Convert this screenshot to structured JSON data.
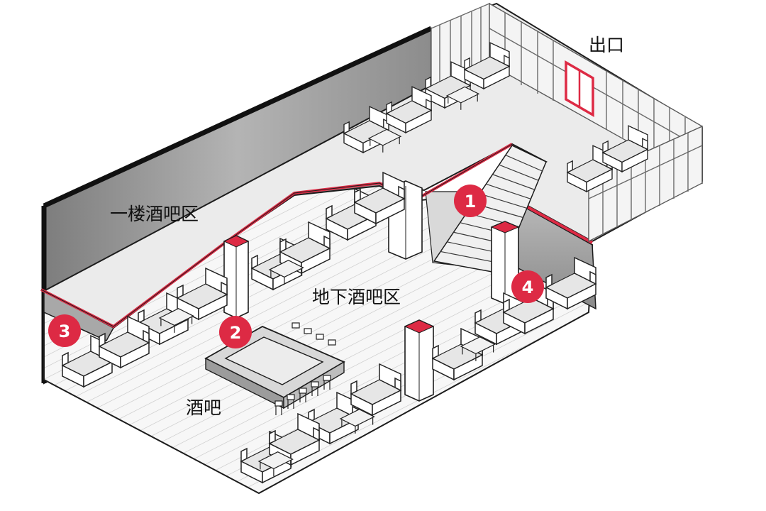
{
  "colors": {
    "accent": "#dd2a44",
    "wall_dark": "#9a9a9a",
    "wall_light": "#c8c8c8",
    "upper_floor": "#ebebeb",
    "lower_floor": "#f7f7f7",
    "outline": "#1c1c1c"
  },
  "labels": {
    "first_floor_bar": "一楼酒吧区",
    "basement_bar": "地下酒吧区",
    "bar_counter": "酒吧",
    "exit": "出口"
  },
  "markers": [
    {
      "id": "1",
      "text": "1"
    },
    {
      "id": "2",
      "text": "2"
    },
    {
      "id": "3",
      "text": "3"
    },
    {
      "id": "4",
      "text": "4"
    }
  ]
}
